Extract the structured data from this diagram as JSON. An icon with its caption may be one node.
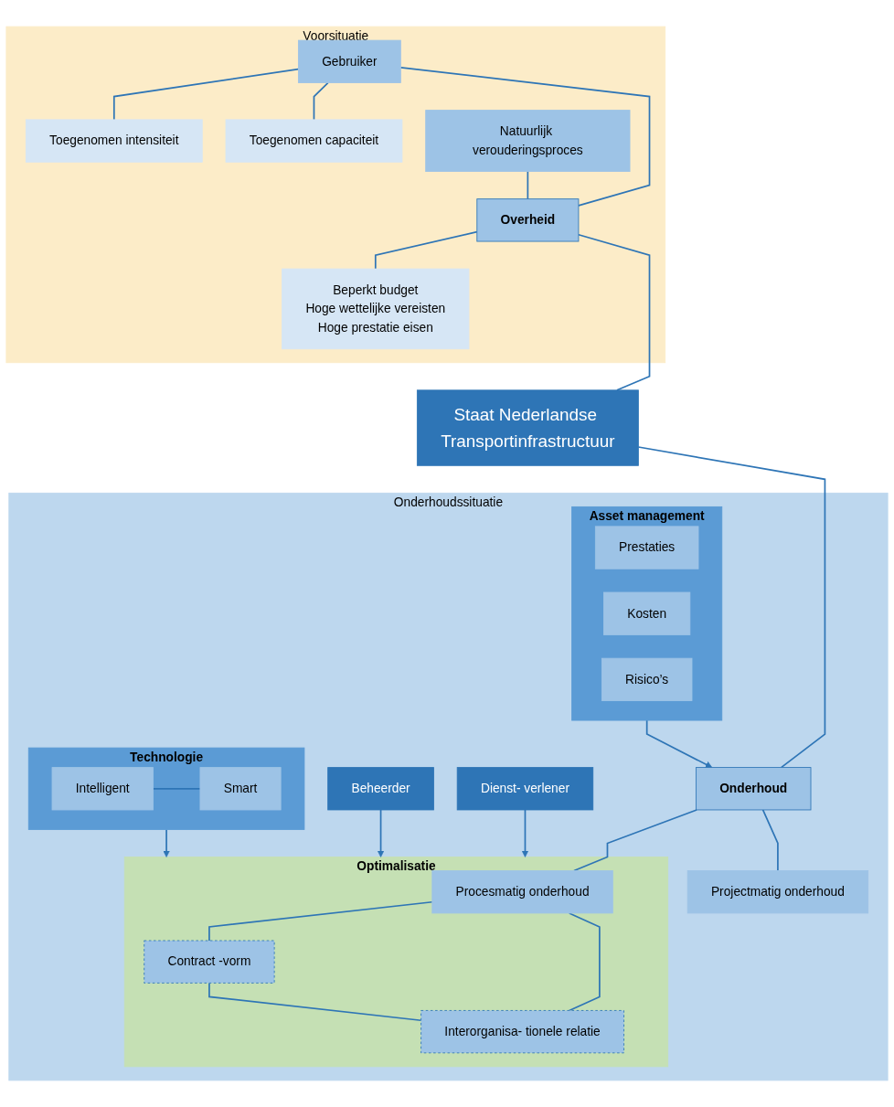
{
  "diagram": {
    "nodes": [
      {
        "text": [
          "Voorsituatie"
        ]
      },
      {
        "text": [
          "Gebruiker"
        ],
        "in": 0
      },
      {
        "text": [
          "Toegenomen intensiteit"
        ],
        "in": 0
      },
      {
        "text": [
          "Toegenomen capaciteit"
        ],
        "in": 0
      },
      {
        "text": [
          "Natuurlijk verouderingsproces"
        ],
        "in": 0
      },
      {
        "text": [
          "Overheid"
        ],
        "in": 0
      },
      {
        "text": [
          "Beperkt budget",
          "Hoge wettelijke vereisten",
          "Hoge prestatie eisen"
        ],
        "in": 0
      },
      {
        "text": [
          "Staat Nederlandse Transportinfrastructuur"
        ]
      },
      {
        "text": [
          "Onderhoudssituatie"
        ]
      },
      {
        "text": [
          "Onderhoud"
        ],
        "in": 8
      },
      {
        "text": [
          "Projectmatig onderhoud"
        ],
        "in": 8
      },
      {
        "text": [
          "Optimalisatie"
        ],
        "in": 8
      },
      {
        "text": [
          "Procesmatig onderhoud"
        ],
        "in": 11
      },
      {
        "text": [
          "Contract -vorm"
        ],
        "in": 11
      },
      {
        "text": [
          "Interorganisa- tionele relatie"
        ],
        "in": 11
      },
      {
        "text": [
          "Dienst- verlener"
        ],
        "in": 8
      },
      {
        "text": [
          "Beheerder"
        ],
        "in": 8
      },
      {
        "text": [
          "Asset management"
        ],
        "in": 8
      },
      {
        "text": [
          "Prestaties"
        ],
        "in": 17
      },
      {
        "text": [
          "Kosten"
        ],
        "in": 17
      },
      {
        "text": [
          "Risico’s"
        ],
        "in": 17
      },
      {
        "text": [
          "Technologie"
        ],
        "in": 8
      },
      {
        "text": [
          "Intelligent"
        ],
        "in": 21
      },
      {
        "text": [
          "Smart"
        ],
        "in": 21
      }
    ],
    "edges": [
      {
        "from": 1,
        "to": 2,
        "arrow": "none"
      },
      {
        "from": 1,
        "to": 3,
        "arrow": "none"
      },
      {
        "from": 1,
        "to": 5,
        "arrow": "none"
      },
      {
        "from": 4,
        "to": 5,
        "arrow": "none"
      },
      {
        "from": 5,
        "to": 6,
        "arrow": "none"
      },
      {
        "from": 5,
        "to": 7,
        "arrow": "none"
      },
      {
        "from": 7,
        "to": 9,
        "arrow": "none"
      },
      {
        "from": 9,
        "to": 12,
        "arrow": "none"
      },
      {
        "from": 9,
        "to": 10,
        "arrow": "none"
      },
      {
        "from": 17,
        "to": 9,
        "arrow": "to"
      },
      {
        "from": 12,
        "to": 13,
        "arrow": "none"
      },
      {
        "from": 12,
        "to": 14,
        "arrow": "none"
      },
      {
        "from": 13,
        "to": 14,
        "arrow": "none"
      },
      {
        "from": 15,
        "to": 11,
        "arrow": "to"
      },
      {
        "from": 16,
        "to": 11,
        "arrow": "to"
      },
      {
        "from": 21,
        "to": 11,
        "arrow": "to"
      },
      {
        "from": 22,
        "to": 23,
        "arrow": "none"
      }
    ]
  }
}
